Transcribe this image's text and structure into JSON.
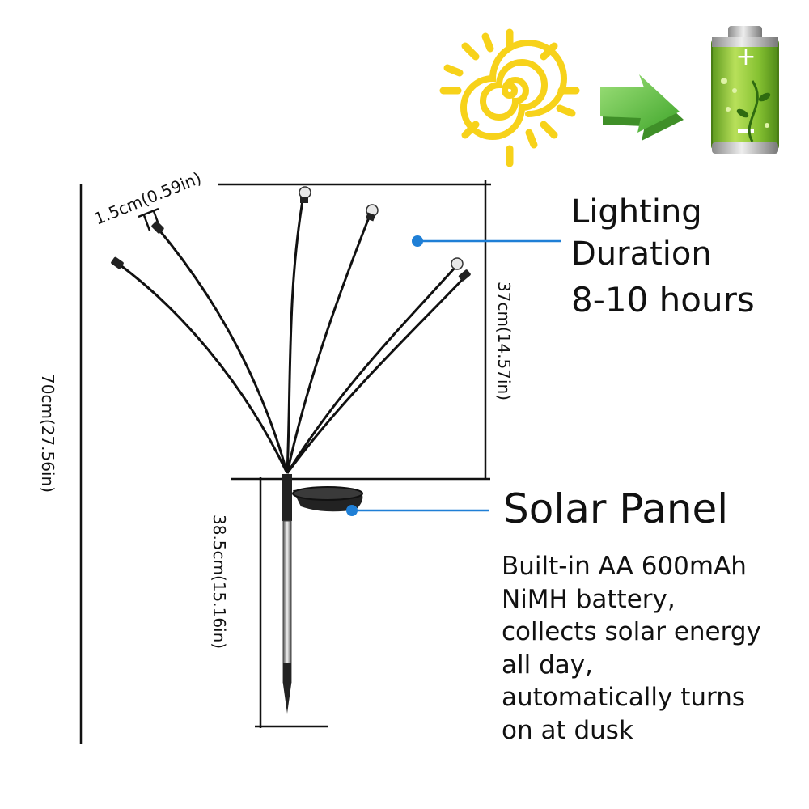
{
  "dimensions": {
    "led_width": "1.5cm(0.59in)",
    "total_height": "70cm(27.56in)",
    "head_height": "37cm(14.57in)",
    "stake_height": "38.5cm(15.16in)"
  },
  "lighting": {
    "title_line1": "Lighting",
    "title_line2": "Duration",
    "hours": "8-10 hours"
  },
  "solar": {
    "title": "Solar Panel",
    "desc_lines": [
      "Built-in AA 600mAh",
      "NiMH battery,",
      "collects solar energy",
      "all day,",
      "automatically turns",
      "on at dusk"
    ]
  },
  "colors": {
    "sun": "#f7d21a",
    "arrow": "#5cc43a",
    "battery": "#86c232",
    "callout_dot": "#1f7fd6",
    "line": "#111111"
  },
  "icons": [
    "sun-icon",
    "charge-arrow-icon",
    "battery-icon"
  ]
}
